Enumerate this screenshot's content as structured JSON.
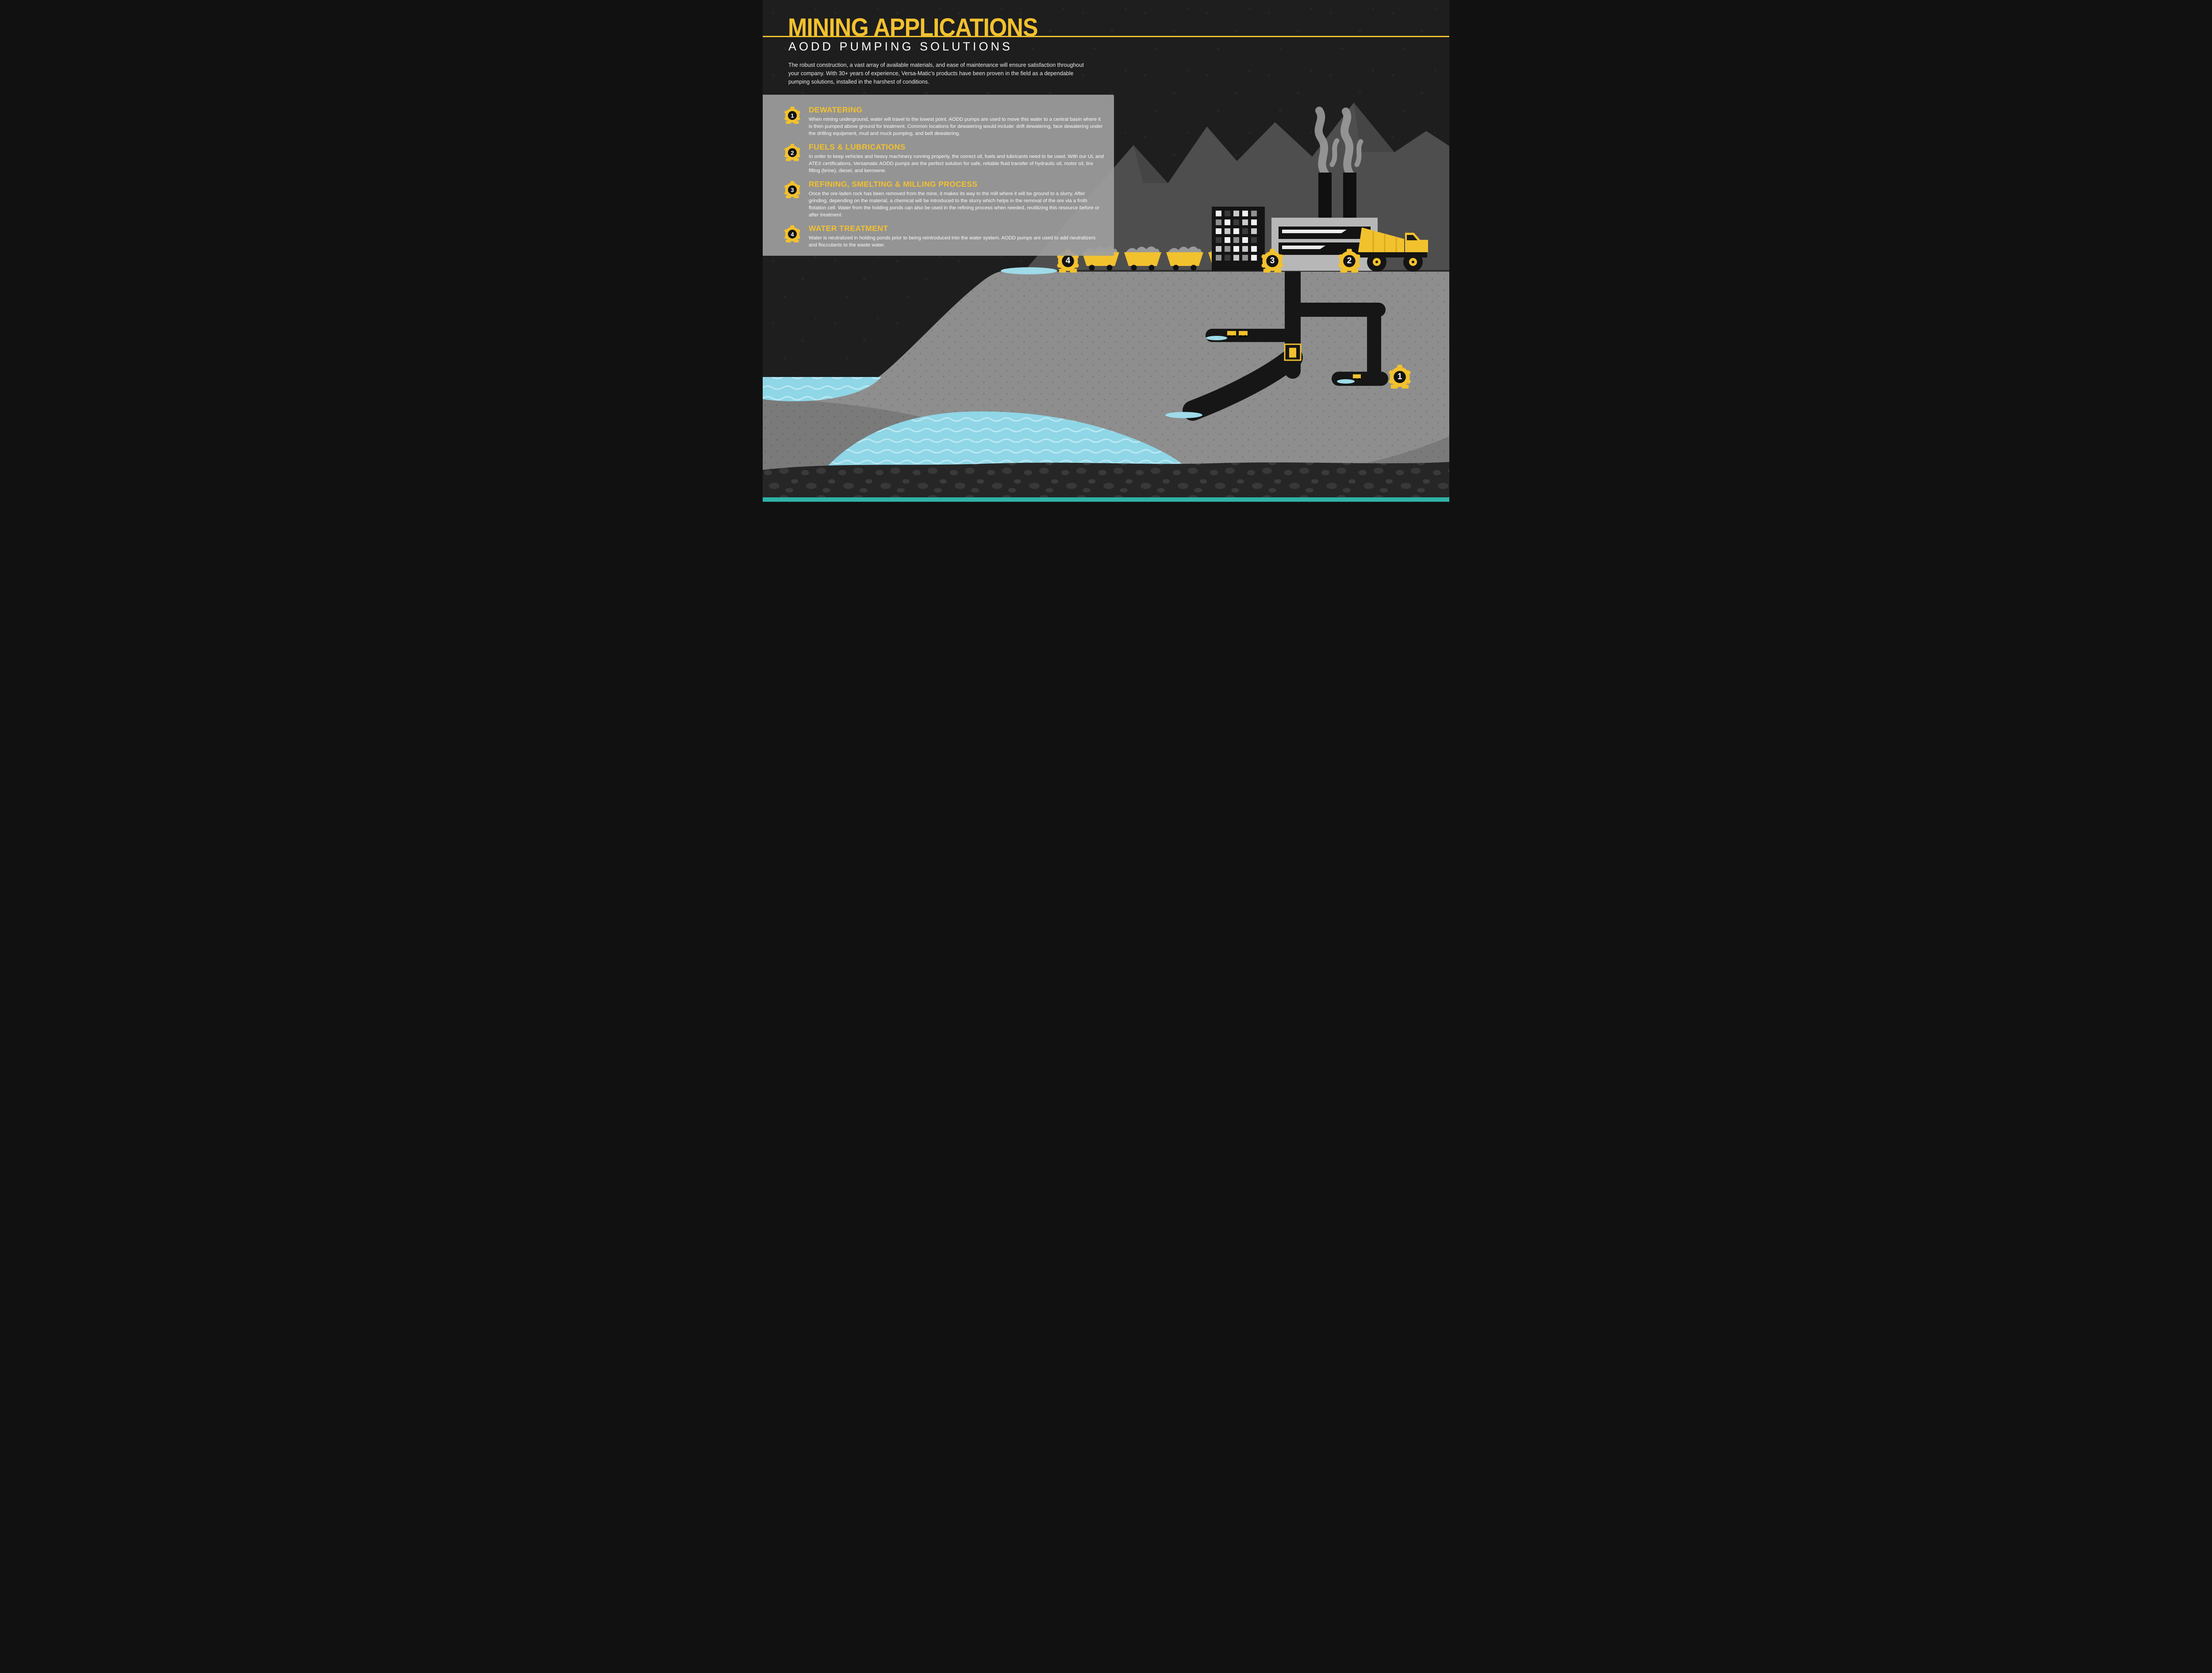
{
  "header": {
    "title": "MINING APPLICATIONS",
    "subtitle": "AODD PUMPING SOLUTIONS",
    "intro": "The robust construction, a vast array of available materials, and ease of maintenance will ensure satisfaction throughout your company. With 30+ years of experience, Versa-Matic's products have been proven in the field as a dependable pumping solutions, installed in the harshest of conditions."
  },
  "sections": [
    {
      "number": "1",
      "title": "DEWATERING",
      "body": "When mining underground, water will travel to the lowest point. AODD pumps are used to move this water to a central basin where it is then pumped above ground for treatment. Common locations for dewatering would include: drift dewatering, face dewatering under the drilling equipment, mud and muck pumping, and belt dewatering."
    },
    {
      "number": "2",
      "title": "FUELS & LUBRICATIONS",
      "body": "In order to keep vehicles and heavy machinery running properly, the correct oil, fuels and lubricants need to be used. With our UL and ATEX certifications, Versamatic AODD pumps are the perfect solution for safe, reliable fluid transfer of hydraulic oil, motor oil, tire filling (brine), diesel, and kerosene."
    },
    {
      "number": "3",
      "title": "REFINING, SMELTING & MILLING PROCESS",
      "body": "Once the ore-laden rock has been removed from the mine, it makes its way to the mill where it will be ground to a slurry. After grinding, depending on the material, a chemical will be introduced to the slurry which helps in the removal of the ore via a froth flotation cell. Water from the holding ponds can also be used in the refining process when needed, reutilizing this resource before or after treatment."
    },
    {
      "number": "4",
      "title": "WATER TREATMENT",
      "body": "Water is neutralized in holding ponds prior to being reintroduced into the water system. AODD pumps are used to add neutralizers and flocculants to the waste water."
    }
  ],
  "scene": {
    "markers": [
      {
        "number": "4"
      },
      {
        "number": "3"
      },
      {
        "number": "2"
      },
      {
        "number": "1"
      }
    ]
  },
  "colors": {
    "accent": "#F2C12E",
    "panel": "#9E9E9E",
    "background": "#1E1E1E",
    "water": "#8FD6E6",
    "teal_strip": "#2FB2A7"
  }
}
